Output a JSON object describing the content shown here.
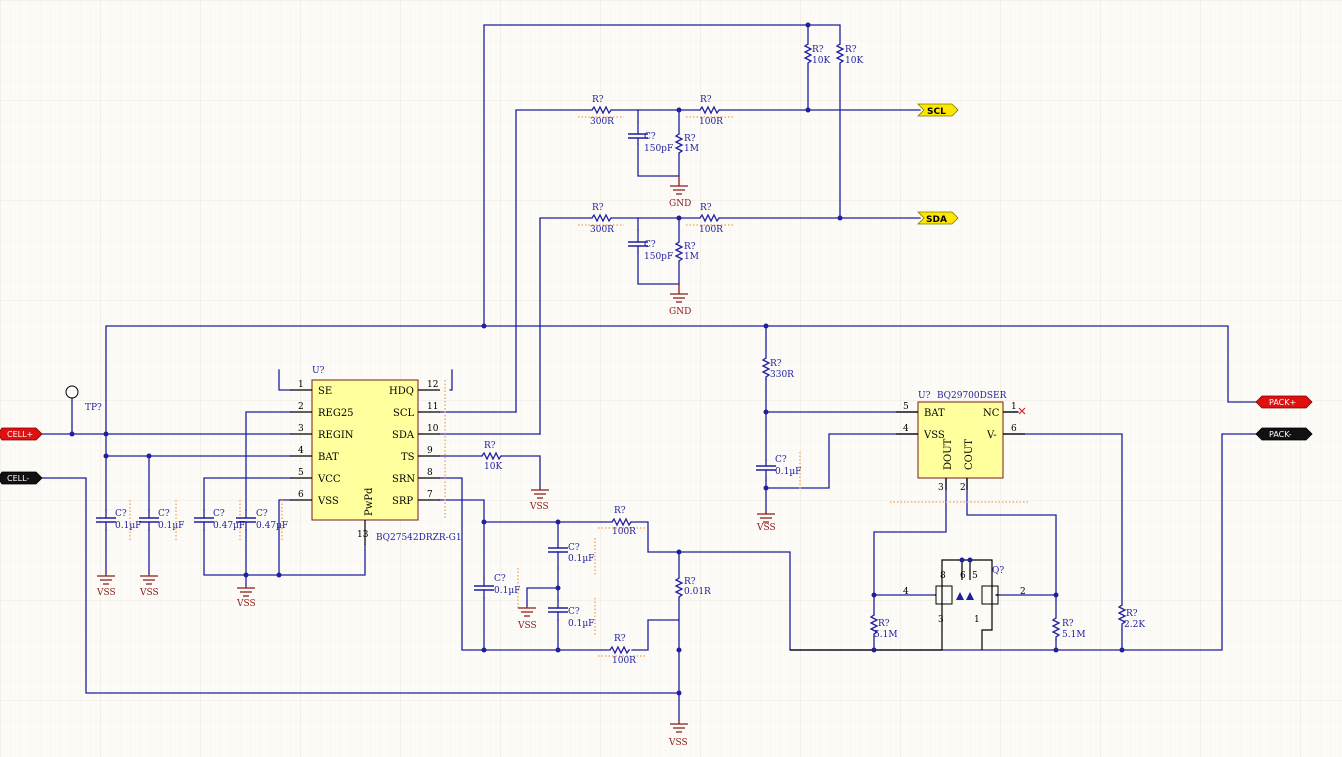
{
  "colors": {
    "wire": "#1f1fa0",
    "ic_fill": "#ffff9e",
    "power": "#8b1b1b",
    "grid_line": "#eeeae2",
    "background": "#fcfbf7"
  },
  "ports": {
    "scl": "SCL",
    "sda": "SDA",
    "cell_plus": "CELL+",
    "cell_minus": "CELL-",
    "pack_plus": "PACK+",
    "pack_minus": "PACK-"
  },
  "power": {
    "vss": "VSS",
    "gnd": "GND"
  },
  "testpoint": "TP?",
  "u1": {
    "ref": "U?",
    "part": "BQ27542DRZR-G1",
    "pad_label": "PwPd",
    "pad_pin": "13",
    "left_pins": [
      {
        "num": "1",
        "name": "SE"
      },
      {
        "num": "2",
        "name": "REG25"
      },
      {
        "num": "3",
        "name": "REGIN"
      },
      {
        "num": "4",
        "name": "BAT"
      },
      {
        "num": "5",
        "name": "VCC"
      },
      {
        "num": "6",
        "name": "VSS"
      }
    ],
    "right_pins": [
      {
        "num": "12",
        "name": "HDQ"
      },
      {
        "num": "11",
        "name": "SCL"
      },
      {
        "num": "10",
        "name": "SDA"
      },
      {
        "num": "9",
        "name": "TS"
      },
      {
        "num": "8",
        "name": "SRN"
      },
      {
        "num": "7",
        "name": "SRP"
      }
    ]
  },
  "u2": {
    "ref": "U?",
    "part": "BQ29700DSER",
    "pins": [
      {
        "num": "5",
        "name": "BAT"
      },
      {
        "num": "4",
        "name": "VSS"
      },
      {
        "num": "1",
        "name": "NC"
      },
      {
        "num": "6",
        "name": "V-"
      },
      {
        "num": "3",
        "name": "DOUT"
      },
      {
        "num": "2",
        "name": "COUT"
      }
    ]
  },
  "q1": {
    "ref": "Q?",
    "pins": [
      "8",
      "6",
      "5",
      "4",
      "3",
      "2",
      "1"
    ]
  },
  "resistors": [
    {
      "ref": "R?",
      "value": "10K"
    },
    {
      "ref": "R?",
      "value": "10K"
    },
    {
      "ref": "R?",
      "value": "300R"
    },
    {
      "ref": "R?",
      "value": "100R"
    },
    {
      "ref": "R?",
      "value": "1M"
    },
    {
      "ref": "R?",
      "value": "300R"
    },
    {
      "ref": "R?",
      "value": "100R"
    },
    {
      "ref": "R?",
      "value": "1M"
    },
    {
      "ref": "R?",
      "value": "330R"
    },
    {
      "ref": "R?",
      "value": "10K"
    },
    {
      "ref": "R?",
      "value": "100R"
    },
    {
      "ref": "R?",
      "value": "100R"
    },
    {
      "ref": "R?",
      "value": "0.01R"
    },
    {
      "ref": "R?",
      "value": "5.1M"
    },
    {
      "ref": "R?",
      "value": "5.1M"
    },
    {
      "ref": "R?",
      "value": "2.2K"
    }
  ],
  "capacitors": [
    {
      "ref": "C?",
      "value": "150pF"
    },
    {
      "ref": "C?",
      "value": "150pF"
    },
    {
      "ref": "C?",
      "value": "0.1µF"
    },
    {
      "ref": "C?",
      "value": "0.1µF"
    },
    {
      "ref": "C?",
      "value": "0.47µF"
    },
    {
      "ref": "C?",
      "value": "0.47µF"
    },
    {
      "ref": "C?",
      "value": "0.1µF"
    },
    {
      "ref": "C?",
      "value": "0.1µF"
    },
    {
      "ref": "C?",
      "value": "0.1µF"
    },
    {
      "ref": "C?",
      "value": "0.1µF"
    }
  ]
}
